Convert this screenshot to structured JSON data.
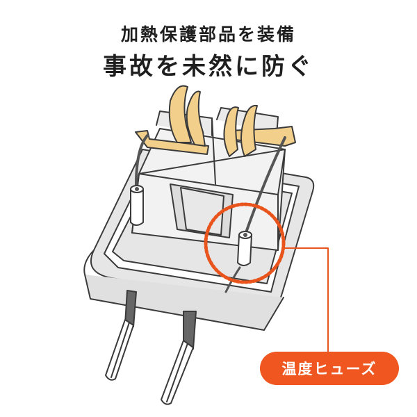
{
  "headline": {
    "line1": "加熱保護部品を装備",
    "line2": "事故を未然に防ぐ"
  },
  "illustration": {
    "subject": "plug-adapter-cutaway",
    "colors": {
      "body_fill": "#e6e6e6",
      "body_highlight": "#ffffff",
      "outline": "#3a3a3a",
      "contact_fill": "#f3cf8c",
      "wire": "#555555",
      "prong_block": "#666666",
      "accent": "#e8541c"
    }
  },
  "callout": {
    "label": "温度ヒューズ",
    "color": "#f0561f",
    "text_color": "#ffffff"
  }
}
